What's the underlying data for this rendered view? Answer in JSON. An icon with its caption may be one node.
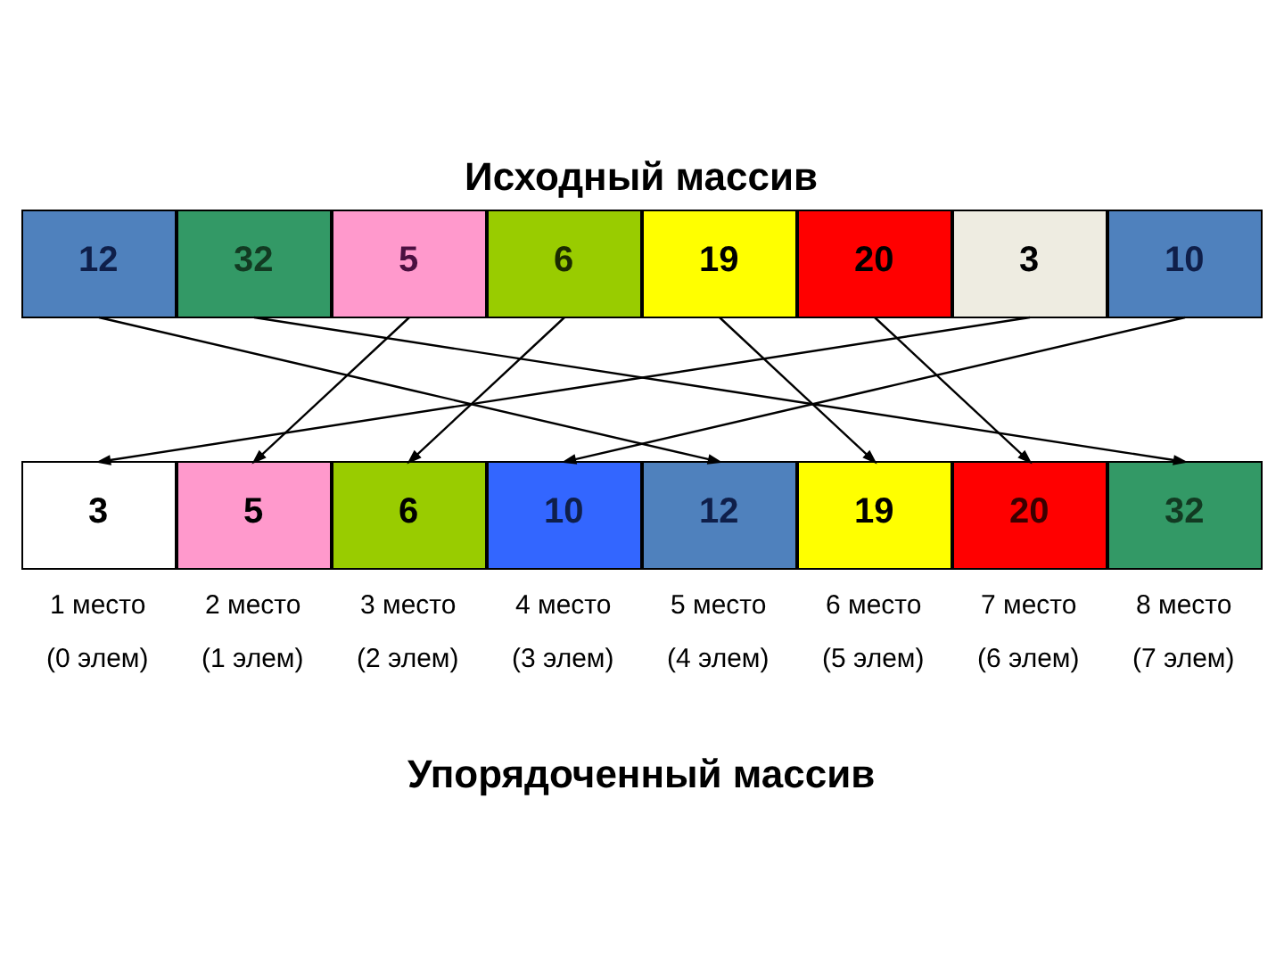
{
  "diagram": {
    "title": "Исходный массив",
    "caption": "Упорядоченный массив",
    "nodes": [
      {
        "text": [
          "12"
        ]
      },
      {
        "text": [
          "32"
        ]
      },
      {
        "text": [
          "5"
        ]
      },
      {
        "text": [
          "6"
        ]
      },
      {
        "text": [
          "19"
        ]
      },
      {
        "text": [
          "20"
        ]
      },
      {
        "text": [
          "3"
        ]
      },
      {
        "text": [
          "10"
        ]
      },
      {
        "text": [
          "3"
        ],
        "beside": [
          "1 место",
          "(0 элем)"
        ]
      },
      {
        "text": [
          "5"
        ],
        "beside": [
          "2 место",
          "(1 элем)"
        ]
      },
      {
        "text": [
          "6"
        ],
        "beside": [
          "3 место",
          "(2 элем)"
        ]
      },
      {
        "text": [
          "10"
        ],
        "beside": [
          "4 место",
          "(3 элем)"
        ]
      },
      {
        "text": [
          "12"
        ],
        "beside": [
          "5 место",
          "(4 элем)"
        ]
      },
      {
        "text": [
          "19"
        ],
        "beside": [
          "6 место",
          "(5 элем)"
        ]
      },
      {
        "text": [
          "20"
        ],
        "beside": [
          "7 место",
          "(6 элем)"
        ]
      },
      {
        "text": [
          "32"
        ],
        "beside": [
          "8 место",
          "(7 элем)"
        ]
      }
    ],
    "edges": [
      {
        "from": 0,
        "to": 12,
        "arrow": "to"
      },
      {
        "from": 1,
        "to": 15,
        "arrow": "to"
      },
      {
        "from": 2,
        "to": 9,
        "arrow": "to"
      },
      {
        "from": 3,
        "to": 10,
        "arrow": "to"
      },
      {
        "from": 4,
        "to": 13,
        "arrow": "to"
      },
      {
        "from": 5,
        "to": 14,
        "arrow": "to"
      },
      {
        "from": 6,
        "to": 8,
        "arrow": "to"
      },
      {
        "from": 7,
        "to": 11,
        "arrow": "to"
      }
    ]
  }
}
